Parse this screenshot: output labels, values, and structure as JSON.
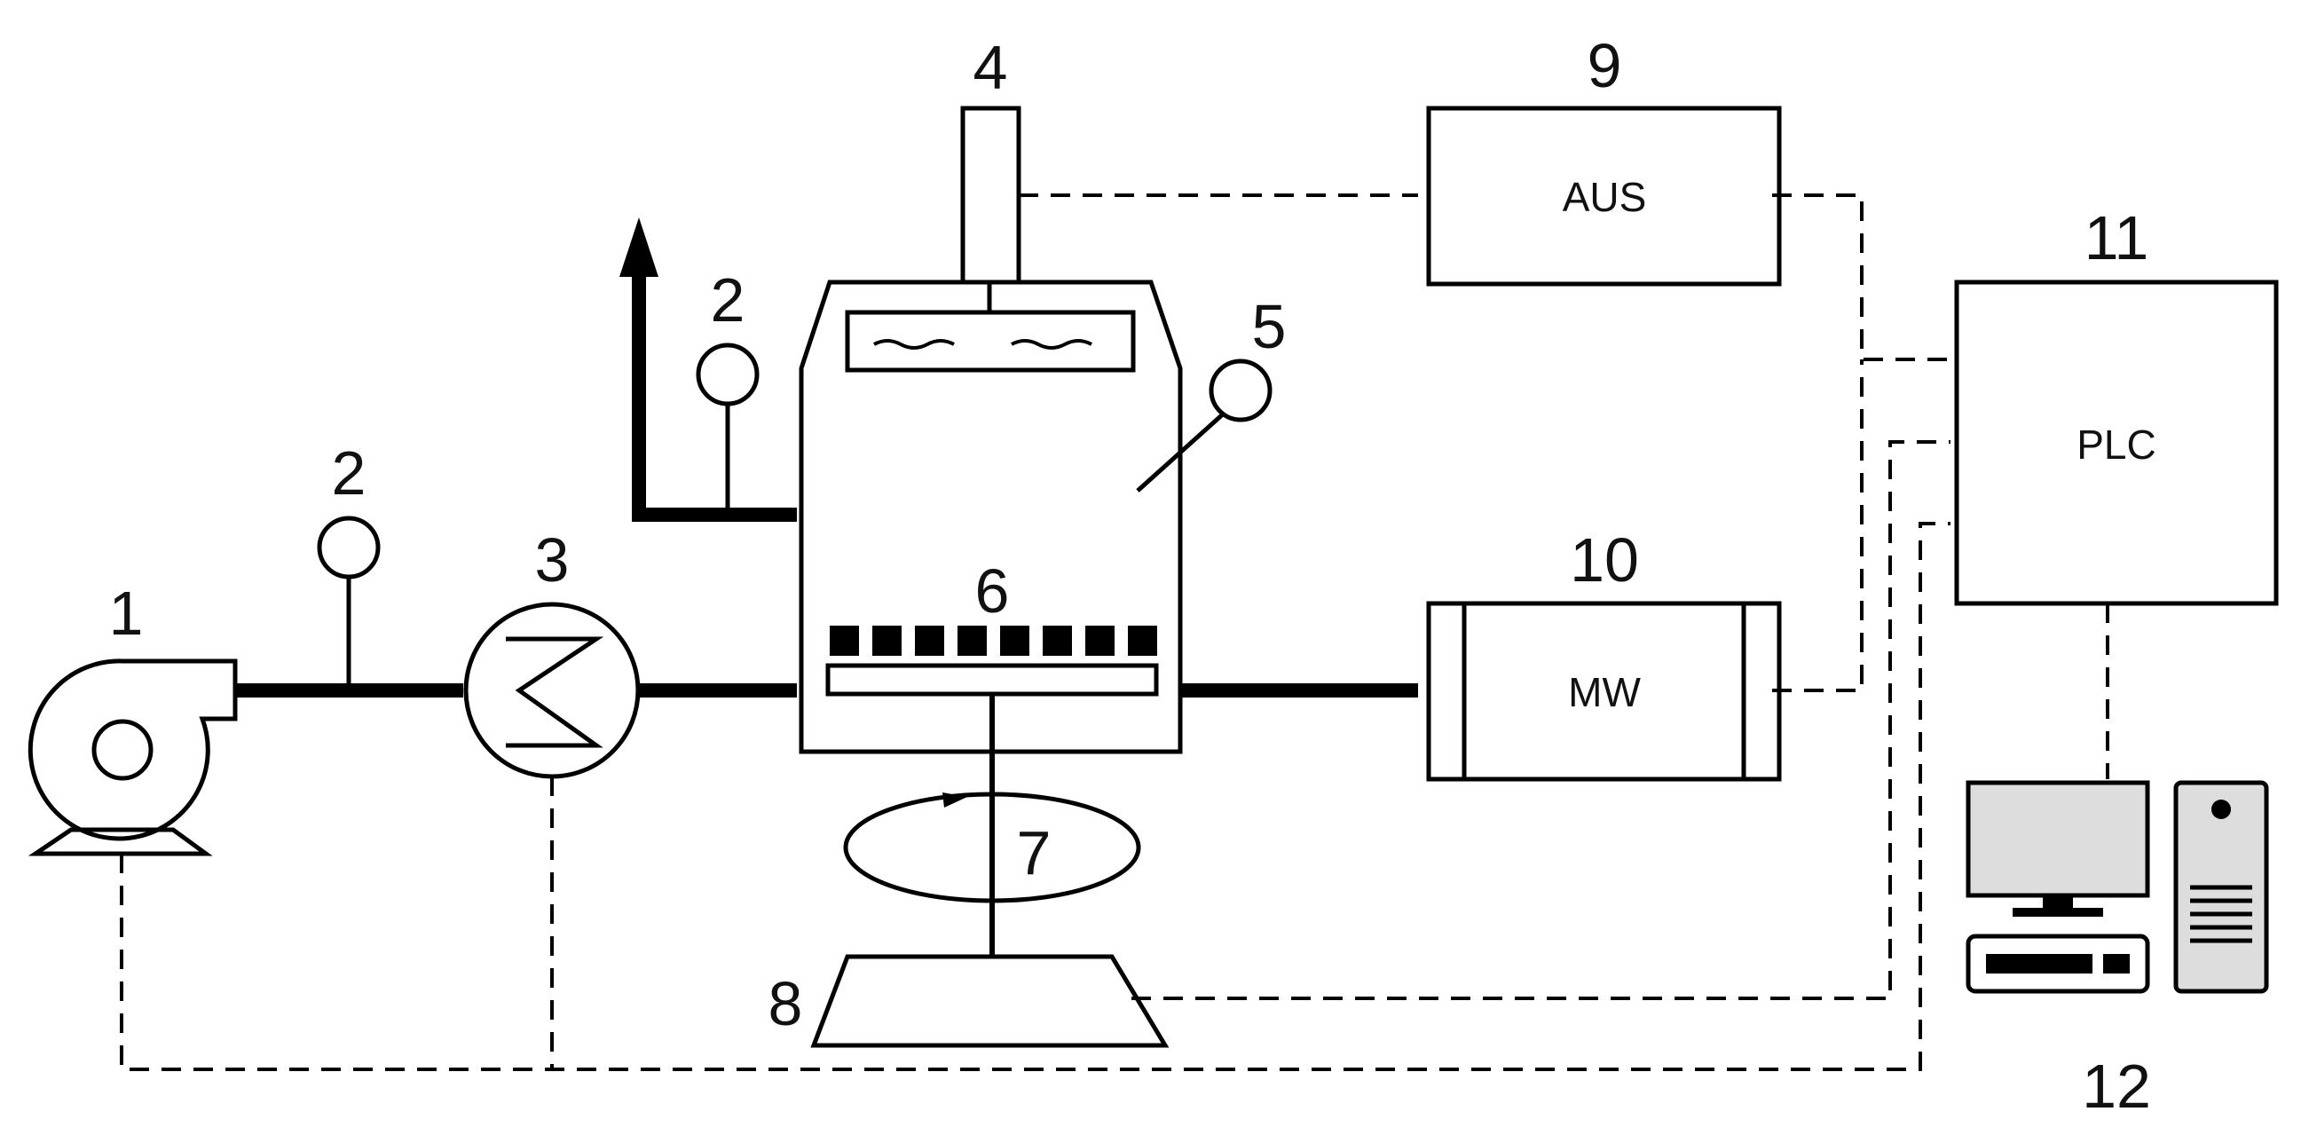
{
  "labels": {
    "n1": "1",
    "n2a": "2",
    "n2b": "2",
    "n3": "3",
    "n4": "4",
    "n5": "5",
    "n6": "6",
    "n7": "7",
    "n8": "8",
    "n9": "9",
    "n10": "10",
    "n11": "11",
    "n12": "12"
  },
  "boxes": {
    "aus": "AUS",
    "mw": "MW",
    "plc": "PLC"
  }
}
